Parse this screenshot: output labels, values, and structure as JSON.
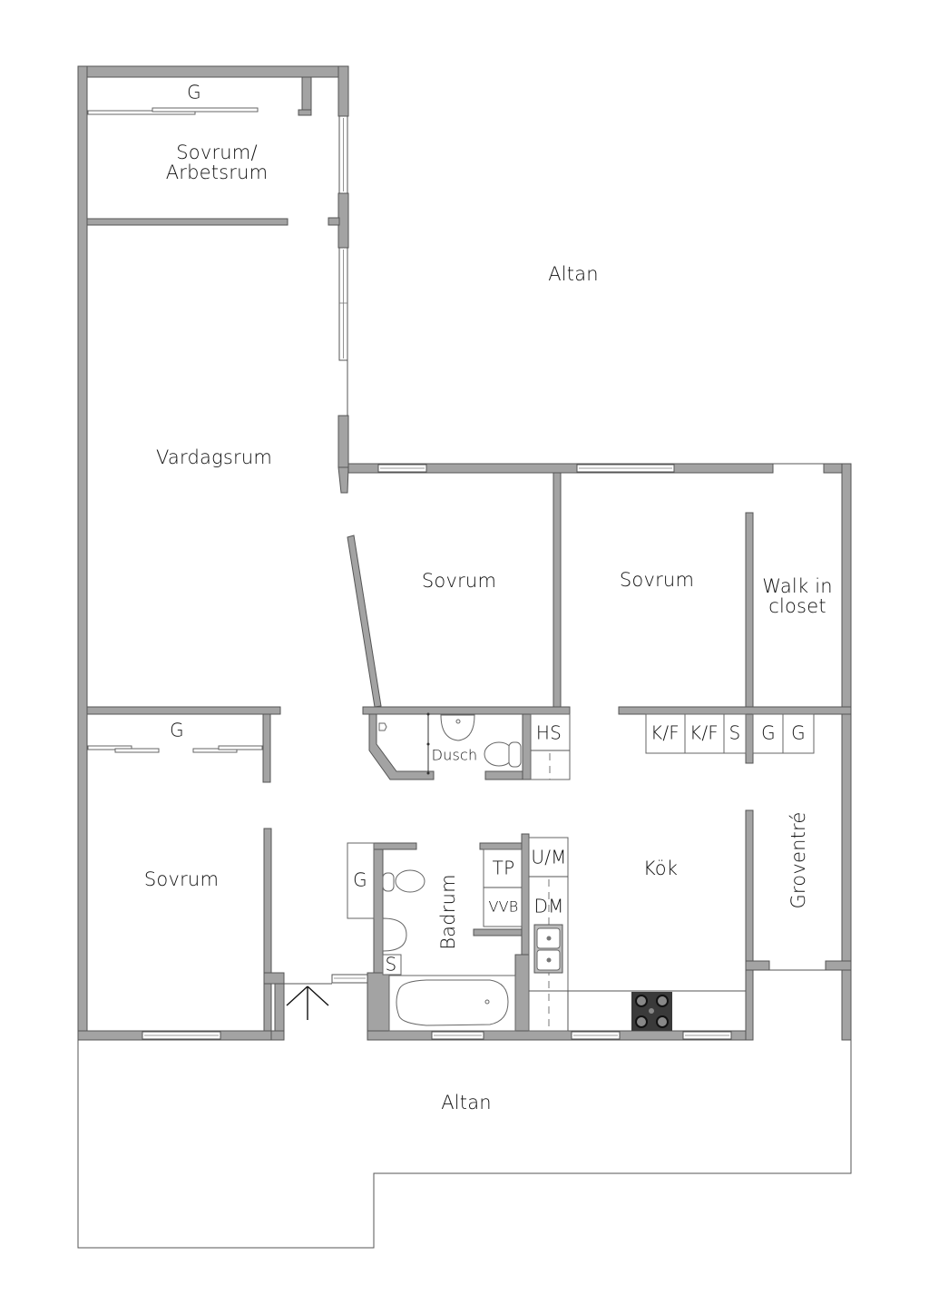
{
  "plan": {
    "colors": {
      "wall": "#a3a3a3",
      "wall_outline": "#555555",
      "background": "#ffffff",
      "text": "#111111"
    },
    "rooms": {
      "sovrum_arbetsrum": {
        "line1": "Sovrum/",
        "line2": "Arbetsrum"
      },
      "altan_top": "Altan",
      "vardagsrum": "Vardagsrum",
      "sovrum_center": "Sovrum",
      "sovrum_right": "Sovrum",
      "walk_in_closet": {
        "line1": "Walk in",
        "line2": "closet"
      },
      "sovrum_bottom_left": "Sovrum",
      "badrum": "Badrum",
      "kok": "Kök",
      "groventre": "Groventré",
      "altan_bottom": "Altan",
      "dusch": "Dusch"
    },
    "fixtures": {
      "g_top": "G",
      "g_bottom_left": "G",
      "g_hall": "G",
      "hs": "HS",
      "kf1": "K/F",
      "kf2": "K/F",
      "s_closet": "S",
      "g_closet1": "G",
      "g_closet2": "G",
      "tp": "TP",
      "vvb": "VVB",
      "um": "U/M",
      "dm": "DM",
      "s_bath": "S"
    }
  }
}
